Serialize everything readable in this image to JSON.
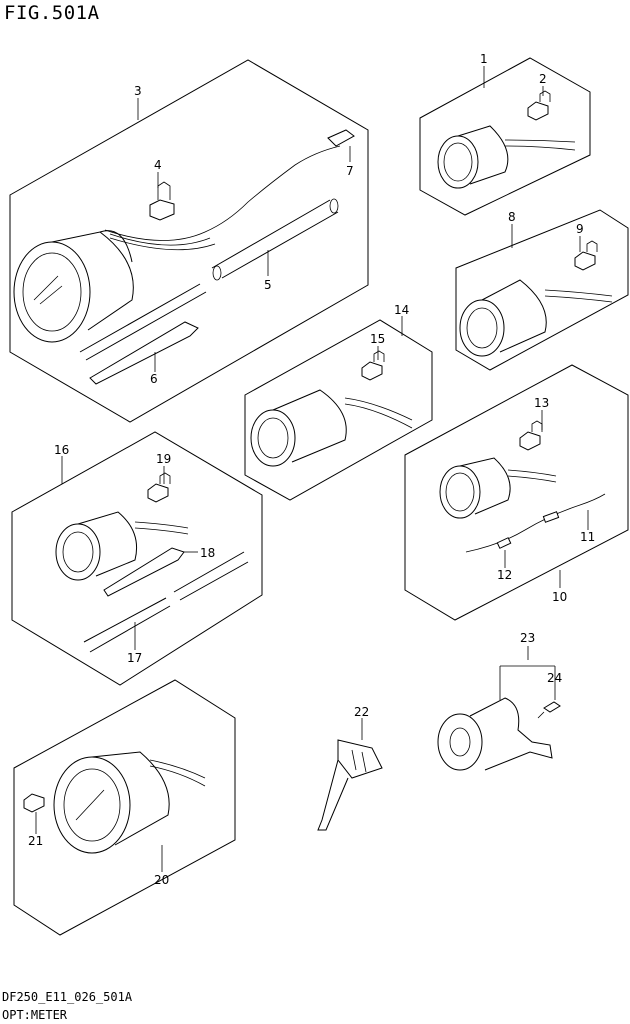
{
  "figure": {
    "title": "FIG.501A",
    "code": "DF250_E11_026_501A",
    "caption": "OPT:METER"
  },
  "callouts": [
    "1",
    "2",
    "3",
    "4",
    "5",
    "6",
    "7",
    "8",
    "9",
    "10",
    "11",
    "12",
    "13",
    "14",
    "15",
    "16",
    "17",
    "18",
    "19",
    "20",
    "21",
    "22",
    "23",
    "24"
  ]
}
